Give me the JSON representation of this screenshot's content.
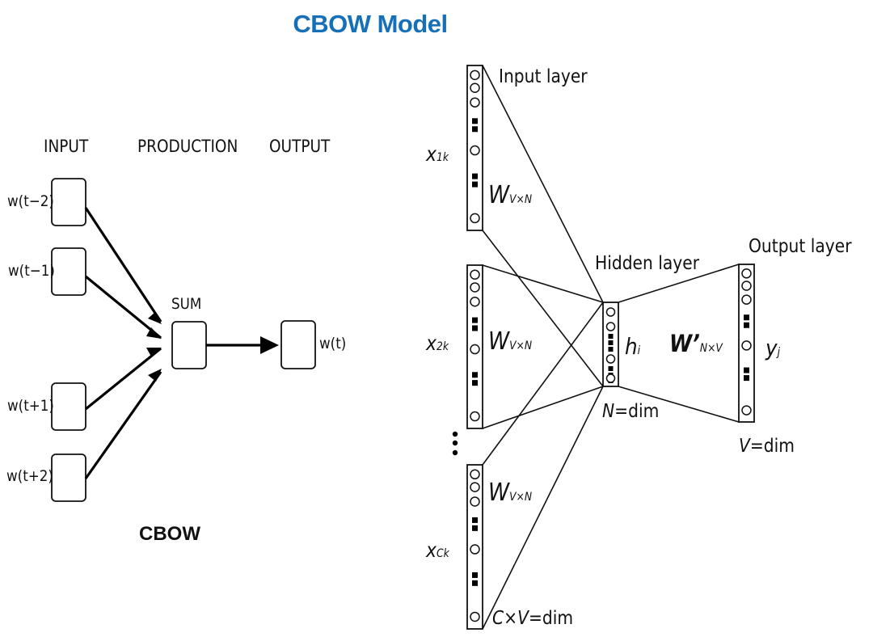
{
  "title": "CBOW Model",
  "title_color": "#1670b8",
  "left_diagram": {
    "caption": "CBOW",
    "headers": {
      "input": "INPUT",
      "production": "PRODUCTION",
      "output": "OUTPUT"
    },
    "inputs": [
      "w(t−2)",
      "w(t−1)",
      "w(t+1)",
      "w(t+2)"
    ],
    "sum_label": "SUM",
    "output_label": "w(t)"
  },
  "right_diagram": {
    "input_layer_label": "Input layer",
    "hidden_layer_label": "Hidden layer",
    "output_layer_label": "Output layer",
    "inputs": [
      {
        "var": "x",
        "sub": "1k",
        "weight": "W",
        "weight_sub": "V×N"
      },
      {
        "var": "x",
        "sub": "2k",
        "weight": "W",
        "weight_sub": "V×N"
      },
      {
        "var": "x",
        "sub": "Ck",
        "weight": "W",
        "weight_sub": "V×N"
      }
    ],
    "hidden": {
      "var": "h",
      "sub": "i",
      "dim_var": "N",
      "dim_text": "=dim"
    },
    "output_weight": {
      "var": "W’",
      "sub": "N×V"
    },
    "output": {
      "var": "y",
      "sub": "j",
      "dim_var": "V",
      "dim_text": "=dim"
    },
    "input_dim": {
      "var": "C×V",
      "text": "=dim"
    },
    "ellipsis": "vertical-dots"
  }
}
